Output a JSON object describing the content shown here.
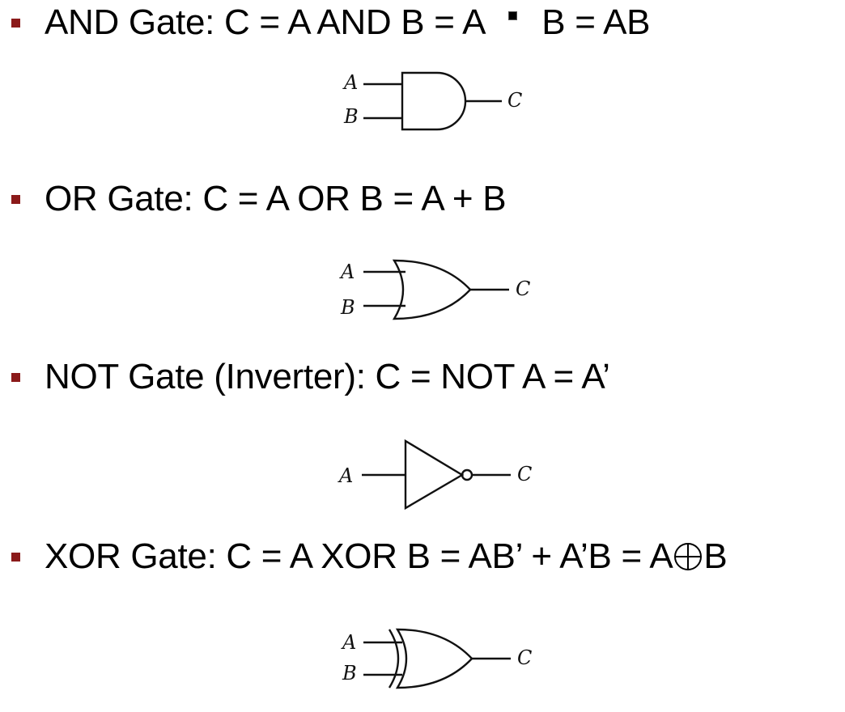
{
  "lines": [
    {
      "id": "and",
      "before": "AND Gate: C = A AND B = A",
      "after": "B = AB",
      "gate_labels": {
        "in1": "A",
        "in2": "B",
        "out": "C"
      }
    },
    {
      "id": "or",
      "text": "OR Gate: C = A OR B = A + B",
      "gate_labels": {
        "in1": "A",
        "in2": "B",
        "out": "C"
      }
    },
    {
      "id": "not",
      "text": "NOT Gate (Inverter): C = NOT A = A’",
      "gate_labels": {
        "in1": "A",
        "out": "C"
      }
    },
    {
      "id": "xor",
      "before": "XOR Gate: C = A XOR B = AB’ + A’B = A",
      "after": "B",
      "gate_labels": {
        "in1": "A",
        "in2": "B",
        "out": "C"
      }
    }
  ],
  "colors": {
    "bullet": "#8b1a1a",
    "text": "#000000"
  },
  "icons": [
    "square-bullet-icon",
    "and-gate-symbol",
    "or-gate-symbol",
    "not-gate-symbol",
    "xor-gate-symbol",
    "filled-square-operator-icon",
    "circled-plus-operator-icon"
  ]
}
